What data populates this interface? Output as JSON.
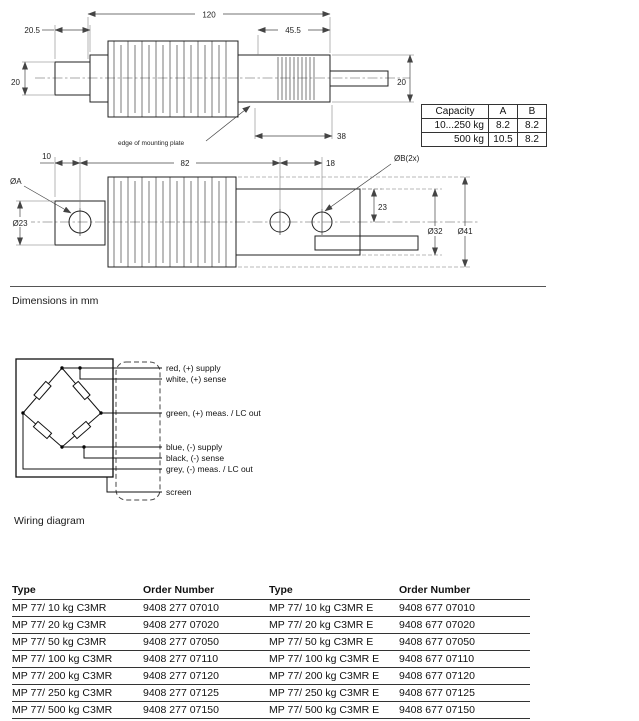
{
  "page": {
    "dimensions_caption": "Dimensions in mm",
    "wiring_caption": "Wiring diagram"
  },
  "drawing": {
    "dims": {
      "overall_length": "120",
      "left_length": "20.5",
      "right_length": "45.5",
      "left_height": "20",
      "right_height": "20",
      "mount_length": "38",
      "edge_note": "edge of mounting plate",
      "hole_offset": "10",
      "hole_spacing": "82",
      "hole_pitch": "18",
      "hole_b": "ØB(2x)",
      "dia_a": "ØA",
      "dia_23": "Ø23",
      "center_height": "23",
      "dia_32": "Ø32",
      "dia_41": "Ø41"
    },
    "capacity_table": {
      "headers": [
        "Capacity",
        "A",
        "B"
      ],
      "rows": [
        [
          "10...250 kg",
          "8.2",
          "8.2"
        ],
        [
          "500 kg",
          "10.5",
          "8.2"
        ]
      ]
    }
  },
  "wiring": {
    "labels": [
      "red, (+) supply",
      "white, (+) sense",
      "green, (+) meas. / LC out",
      "blue, (-) supply",
      "black, (-) sense",
      "grey, (-) meas. / LC out",
      "screen"
    ]
  },
  "order_table": {
    "headers": [
      "Type",
      "Order Number",
      "Type",
      "Order Number"
    ],
    "rows": [
      [
        "MP 77/ 10 kg C3MR",
        "9408 277 07010",
        "MP 77/ 10 kg C3MR E",
        "9408 677 07010"
      ],
      [
        "MP 77/ 20 kg C3MR",
        "9408 277 07020",
        "MP 77/ 20 kg C3MR E",
        "9408 677 07020"
      ],
      [
        "MP 77/ 50 kg C3MR",
        "9408 277 07050",
        "MP 77/ 50 kg C3MR E",
        "9408 677 07050"
      ],
      [
        "MP 77/ 100 kg C3MR",
        "9408 277 07110",
        "MP 77/ 100 kg C3MR E",
        "9408 677 07110"
      ],
      [
        "MP 77/ 200 kg C3MR",
        "9408 277 07120",
        "MP 77/ 200 kg C3MR E",
        "9408 677 07120"
      ],
      [
        "MP 77/ 250 kg C3MR",
        "9408 277 07125",
        "MP 77/ 250 kg C3MR E",
        "9408 677 07125"
      ],
      [
        "MP 77/ 500 kg C3MR",
        "9408 277 07150",
        "MP 77/ 500 kg C3MR E",
        "9408 677 07150"
      ]
    ]
  }
}
